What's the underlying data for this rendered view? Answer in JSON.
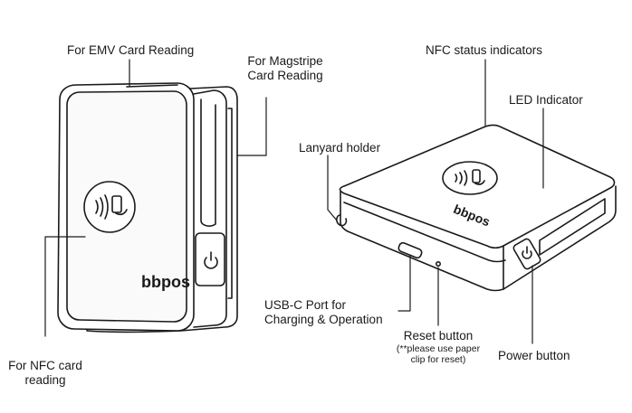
{
  "labels": {
    "emv": "For EMV Card Reading",
    "magstripe_1": "For Magstripe",
    "magstripe_2": "Card Reading",
    "nfc_reading_1": "For NFC card",
    "nfc_reading_2": "reading",
    "nfc_status": "NFC status indicators",
    "led": "LED Indicator",
    "lanyard": "Lanyard holder",
    "usbc_1": "USB-C Port for",
    "usbc_2": "Charging & Operation",
    "reset": "Reset button",
    "reset_note_1": "(**please use paper",
    "reset_note_2": "clip for reset)",
    "power": "Power button"
  },
  "logo_text": "bbpos",
  "colors": {
    "stroke": "#1a1a1a",
    "background": "#ffffff",
    "face": "#f3f3f3"
  },
  "icons": [
    "nfc-contactless-icon",
    "power-icon",
    "bbpos-logo"
  ]
}
